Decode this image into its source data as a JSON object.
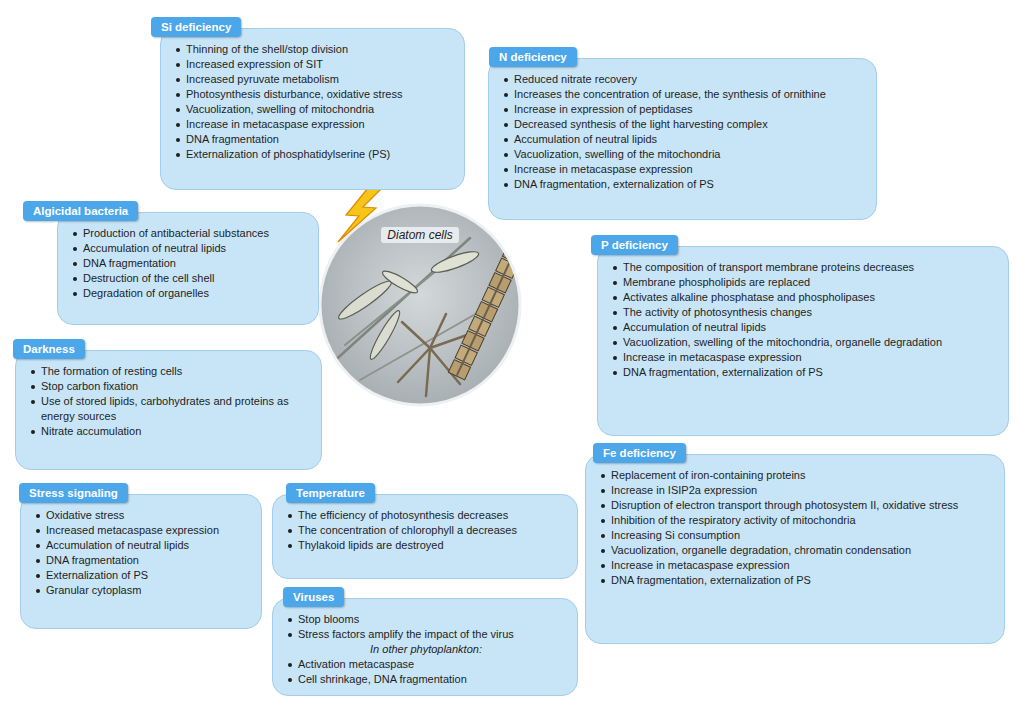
{
  "diagram": {
    "nodes": [
      {
        "text": [
          "Si deficiency",
          "Thinning of the shell/stop division",
          "Increased expression of SIT",
          "Increased pyruvate metabolism",
          "Photosynthesis disturbance, oxidative stress",
          "Vacuolization, swelling of mitochondria",
          "Increase in metacaspase expression",
          "DNA fragmentation",
          "Externalization of phosphatidylserine (PS)"
        ]
      },
      {
        "text": [
          "N deficiency",
          "Reduced nitrate recovery",
          "Increases the concentration of urease, the synthesis of ornithine",
          "Increase in expression of peptidases",
          "Decreased synthesis of the light harvesting complex",
          "Accumulation of neutral lipids",
          "Vacuolization, swelling of the mitochondria",
          "Increase in metacaspase expression",
          "DNA fragmentation, externalization of PS"
        ]
      },
      {
        "text": [
          "Algicidal bacteria",
          "Production of antibacterial substances",
          "Accumulation of neutral lipids",
          "DNA fragmentation",
          "Destruction of the cell shell",
          "Degradation of organelles"
        ]
      },
      {
        "text": [
          "Diatom cells"
        ]
      },
      {
        "text": [
          "P deficiency",
          "The composition of transport membrane proteins decreases",
          "Membrane phospholipids are replaced",
          "Activates alkaline phosphatase and phospholipases",
          "The activity of photosynthesis changes",
          "Accumulation of neutral lipids",
          "Vacuolization, swelling of the mitochondria, organelle degradation",
          "Increase in metacaspase expression",
          "DNA fragmentation, externalization of PS"
        ]
      },
      {
        "text": [
          "Darkness",
          "The formation of resting cells",
          "Stop carbon fixation",
          "Use of stored lipids, carbohydrates and proteins as energy sources",
          "Nitrate accumulation"
        ]
      },
      {
        "text": [
          "Fe deficiency",
          "Replacement of iron-containing proteins",
          "Increase in ISIP2a expression",
          "Disruption of electron transport through photosystem II, oxidative stress",
          "Inhibition of the respiratory activity of mitochondria",
          "Increasing Si consumption",
          "Vacuolization, organelle degradation, chromatin condensation",
          "Increase in metacaspase expression",
          "DNA fragmentation, externalization of PS"
        ]
      },
      {
        "text": [
          "Stress signaling",
          "Oxidative stress",
          "Increased metacaspase expression",
          "Accumulation of neutral lipids",
          "DNA fragmentation",
          "Externalization of PS",
          "Granular cytoplasm"
        ]
      },
      {
        "text": [
          "Temperature",
          "The efficiency of photosynthesis decreases",
          "The concentration of chlorophyll a decreases",
          "Thylakoid lipids are destroyed"
        ]
      },
      {
        "text": [
          "Viruses",
          "Stop blooms",
          "Stress factors amplify the impact of the virus",
          "In other phytoplankton:",
          "Activation metacaspase",
          "Cell shrinkage, DNA fragmentation"
        ]
      }
    ]
  }
}
